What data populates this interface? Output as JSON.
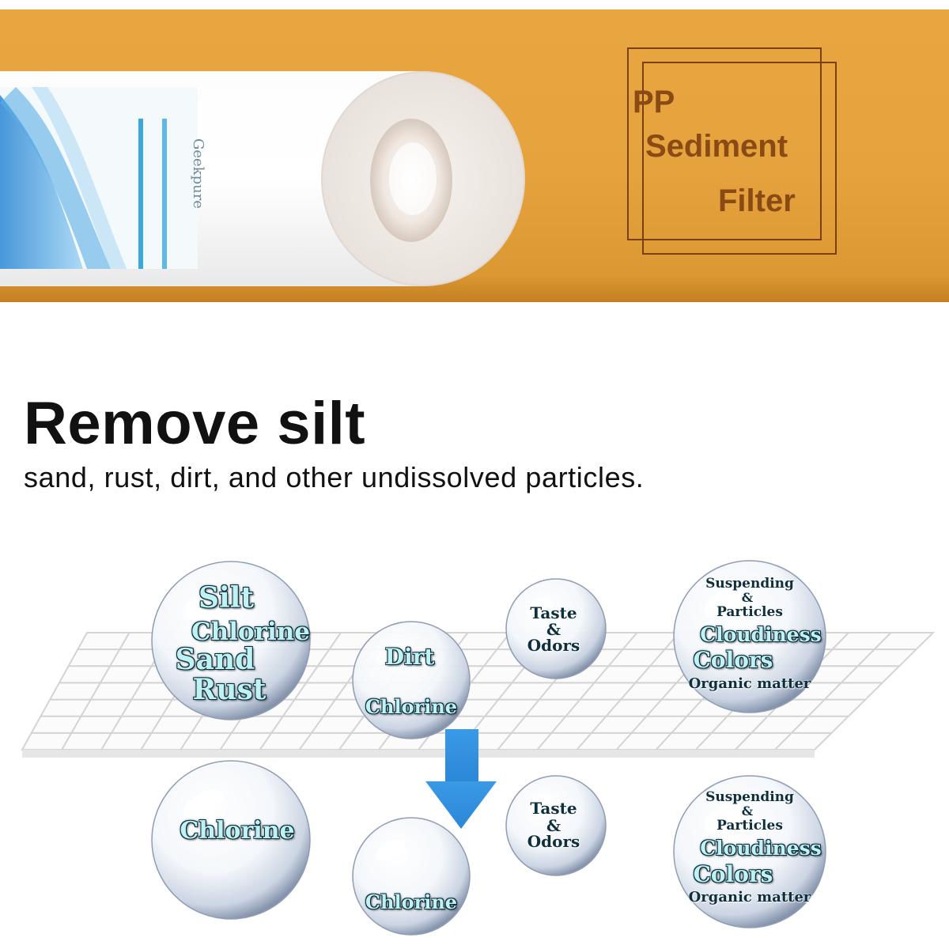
{
  "product_title": {
    "line1": "PP",
    "line2": "Sediment",
    "line3": "Filter"
  },
  "headline": "Remove silt",
  "subline": "sand, rust, dirt, and other undissolved particles.",
  "brand_label": "Geekpure",
  "colors": {
    "banner": "#e6a33d",
    "title_text": "#8a4a14",
    "arrow": "#2f8fe0",
    "bubble_text": "#bff3f3"
  },
  "bubbles_before": {
    "large": [
      "Silt",
      "Chlorine",
      "Sand",
      "Rust"
    ],
    "medium": [
      "Dirt",
      "Chlorine"
    ],
    "small": [
      "Taste",
      "&",
      "Odors"
    ],
    "right": [
      "Suspending",
      "&",
      "Particles",
      "Cloudiness",
      "Colors",
      "Organic matter"
    ]
  },
  "bubbles_after": {
    "large": [
      "Chlorine"
    ],
    "medium": [
      "Chlorine"
    ],
    "small": [
      "Taste",
      "&",
      "Odors"
    ],
    "right": [
      "Suspending",
      "&",
      "Particles",
      "Cloudiness",
      "Colors",
      "Organic matter"
    ]
  }
}
